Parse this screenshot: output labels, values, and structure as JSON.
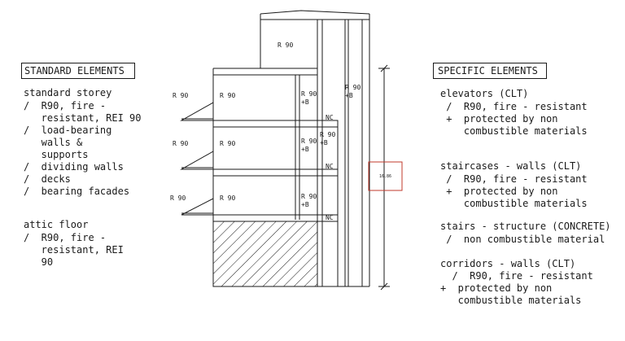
{
  "left_panel": {
    "header": "STANDARD ELEMENTS",
    "standard_storey": {
      "title": "standard storey",
      "lines": [
        "/  R90, fire -",
        "   resistant, REI 90",
        "/  load-bearing",
        "   walls &",
        "   supports",
        "/  dividing walls",
        "/  decks",
        "/  bearing facades"
      ]
    },
    "attic_floor": {
      "title": "attic floor",
      "lines": [
        "/  R90, fire -",
        "   resistant, REI",
        "   90"
      ]
    }
  },
  "right_panel": {
    "header": "SPECIFIC ELEMENTS",
    "groups": [
      {
        "title": "elevators (CLT)",
        "lines": [
          " /  R90, fire - resistant",
          " +  protected by non",
          "    combustible materials"
        ]
      },
      {
        "title": "staircases - walls (CLT)",
        "lines": [
          " /  R90, fire - resistant",
          " +  protected by non",
          "    combustible materials"
        ]
      },
      {
        "title": "stairs - structure (CONCRETE)",
        "lines": [
          " /  non combustible material"
        ]
      },
      {
        "title": "corridors - walls (CLT)",
        "lines": [
          "  /  R90, fire - resistant",
          "+  protected by non",
          "   combustible materials"
        ]
      }
    ]
  },
  "drawing": {
    "labels": {
      "attic_room": "R 90",
      "balcony": "R 90",
      "room": "R 90",
      "wall_r90": "R 90",
      "wall_plus_b": "+B",
      "noncombustible": "NC",
      "dimension": "16.86"
    },
    "colors": {
      "line": "#1a1a1a",
      "dimension_box": "#c0392b"
    }
  }
}
